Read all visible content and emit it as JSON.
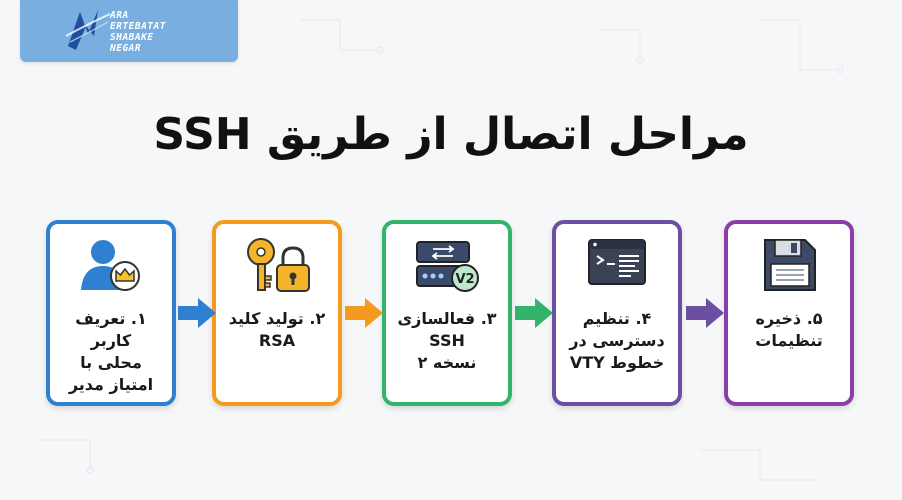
{
  "logo": {
    "line1": "ARA",
    "line2": "ERTEBATAT",
    "line3": "SHABAKE",
    "line4": "NEGAR"
  },
  "title": "مراحل اتصال از طریق SSH",
  "steps": [
    {
      "label": "۵. ذخیره\nتنظیمات",
      "color": "#8a3fa8",
      "icon": "floppy-disk-icon"
    },
    {
      "label": "۴. تنظیم\nدسترسی در\nخطوط VTY",
      "color": "#6a4fa3",
      "icon": "terminal-window-icon"
    },
    {
      "label": "۳. فعالسازی\nSSH\nنسخه ۲",
      "color": "#34b36b",
      "icon": "server-v2-icon"
    },
    {
      "label": "۲. تولید کلید\nRSA",
      "color": "#f49a1f",
      "icon": "key-lock-icon"
    },
    {
      "label": "۱. تعریف کاربر\nمحلی با\nامتیاز مدیر",
      "color": "#2f80d1",
      "icon": "admin-user-icon"
    }
  ]
}
